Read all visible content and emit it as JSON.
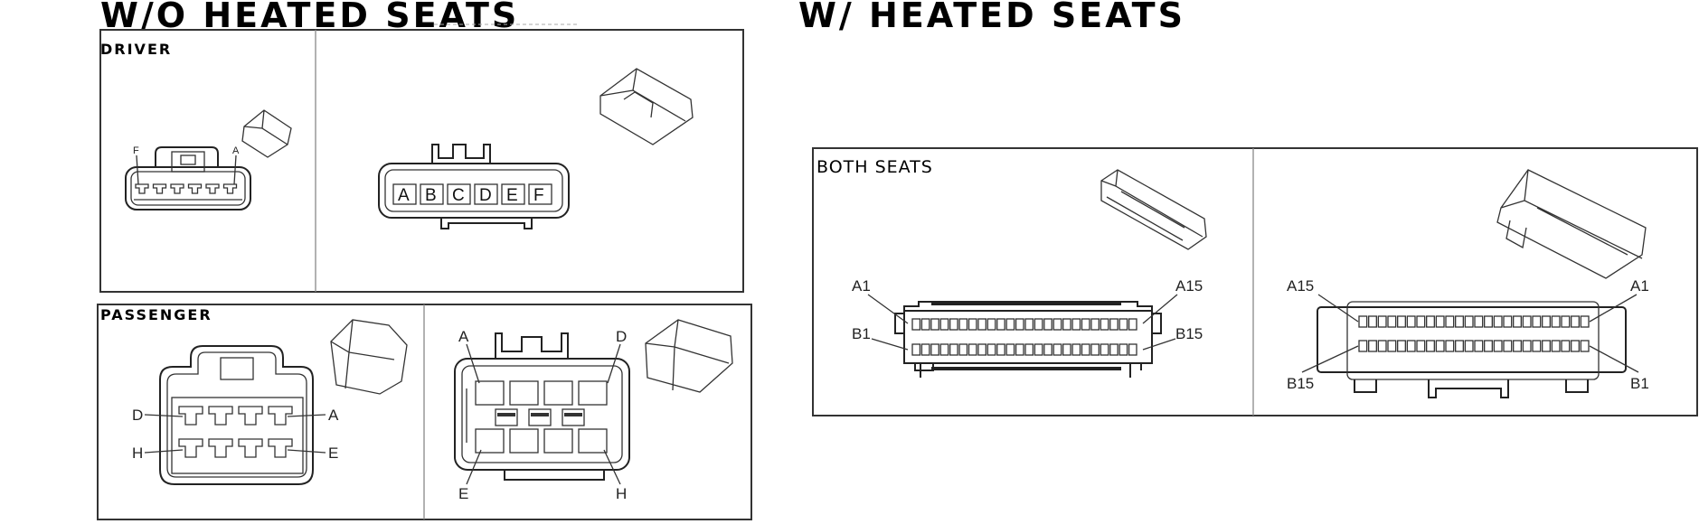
{
  "titles": {
    "without": "W/O HEATED SEATS",
    "with": "W/ HEATED SEATS"
  },
  "driver": {
    "label": "DRIVER",
    "harness_pins": {
      "left": "F",
      "right": "A"
    },
    "component_pins": [
      "A",
      "B",
      "C",
      "D",
      "E",
      "F"
    ]
  },
  "passenger": {
    "label": "PASSENGER",
    "harness_pins": {
      "top_left": "D",
      "top_right": "A",
      "bottom_left": "H",
      "bottom_right": "E"
    },
    "component_pins": {
      "top_left": "A",
      "top_right": "D",
      "bottom_left": "E",
      "bottom_right": "H"
    }
  },
  "both_seats": {
    "label": "BOTH SEATS",
    "harness_pins": {
      "top_left": "A1",
      "top_right": "A15",
      "bottom_left": "B1",
      "bottom_right": "B15"
    },
    "component_pins": {
      "top_left": "A15",
      "top_right": "A1",
      "bottom_left": "B15",
      "bottom_right": "B1"
    }
  }
}
